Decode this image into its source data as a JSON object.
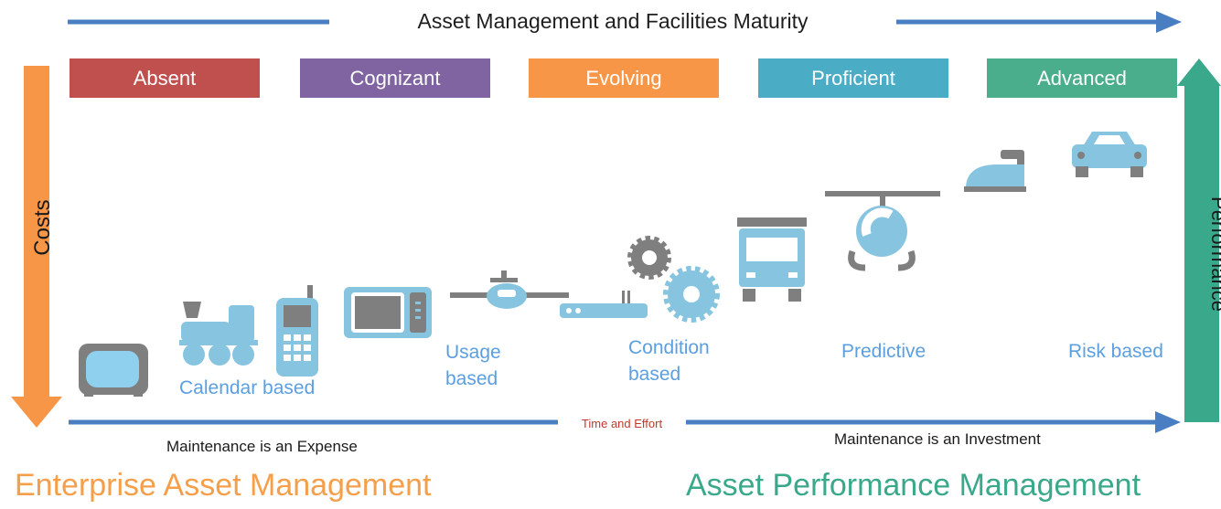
{
  "title": "Asset Management and Facilities Maturity",
  "stages": [
    {
      "label": "Absent",
      "color": "#c0504d"
    },
    {
      "label": "Cognizant",
      "color": "#8064a2"
    },
    {
      "label": "Evolving",
      "color": "#f79646"
    },
    {
      "label": "Proficient",
      "color": "#4bacc6"
    },
    {
      "label": "Advanced",
      "color": "#4aad8c"
    }
  ],
  "costs_label": "Costs",
  "performance_label": "Performance",
  "maintenance_types": {
    "calendar": "Calendar based",
    "usage_line1": "Usage",
    "usage_line2": "based",
    "condition_line1": "Condition",
    "condition_line2": "based",
    "predictive": "Predictive",
    "risk": "Risk based"
  },
  "time_label": "Time and Effort",
  "expense_label": "Maintenance is an Expense",
  "investment_label": "Maintenance is an Investment",
  "eam_label": "Enterprise Asset Management",
  "apm_label": "Asset Performance Management",
  "icons": [
    "tv-icon",
    "train-icon",
    "phone-icon",
    "microwave-icon",
    "airplane-icon",
    "router-icon",
    "gears-icon",
    "truck-icon",
    "helicopter-icon",
    "iron-icon",
    "car-icon"
  ],
  "colors": {
    "arrow_blue": "#4a7ec2",
    "icon_blue": "#87c4e0",
    "icon_grey": "#7f7f7f",
    "costs": "#f79646",
    "performance": "#3aa88a"
  }
}
